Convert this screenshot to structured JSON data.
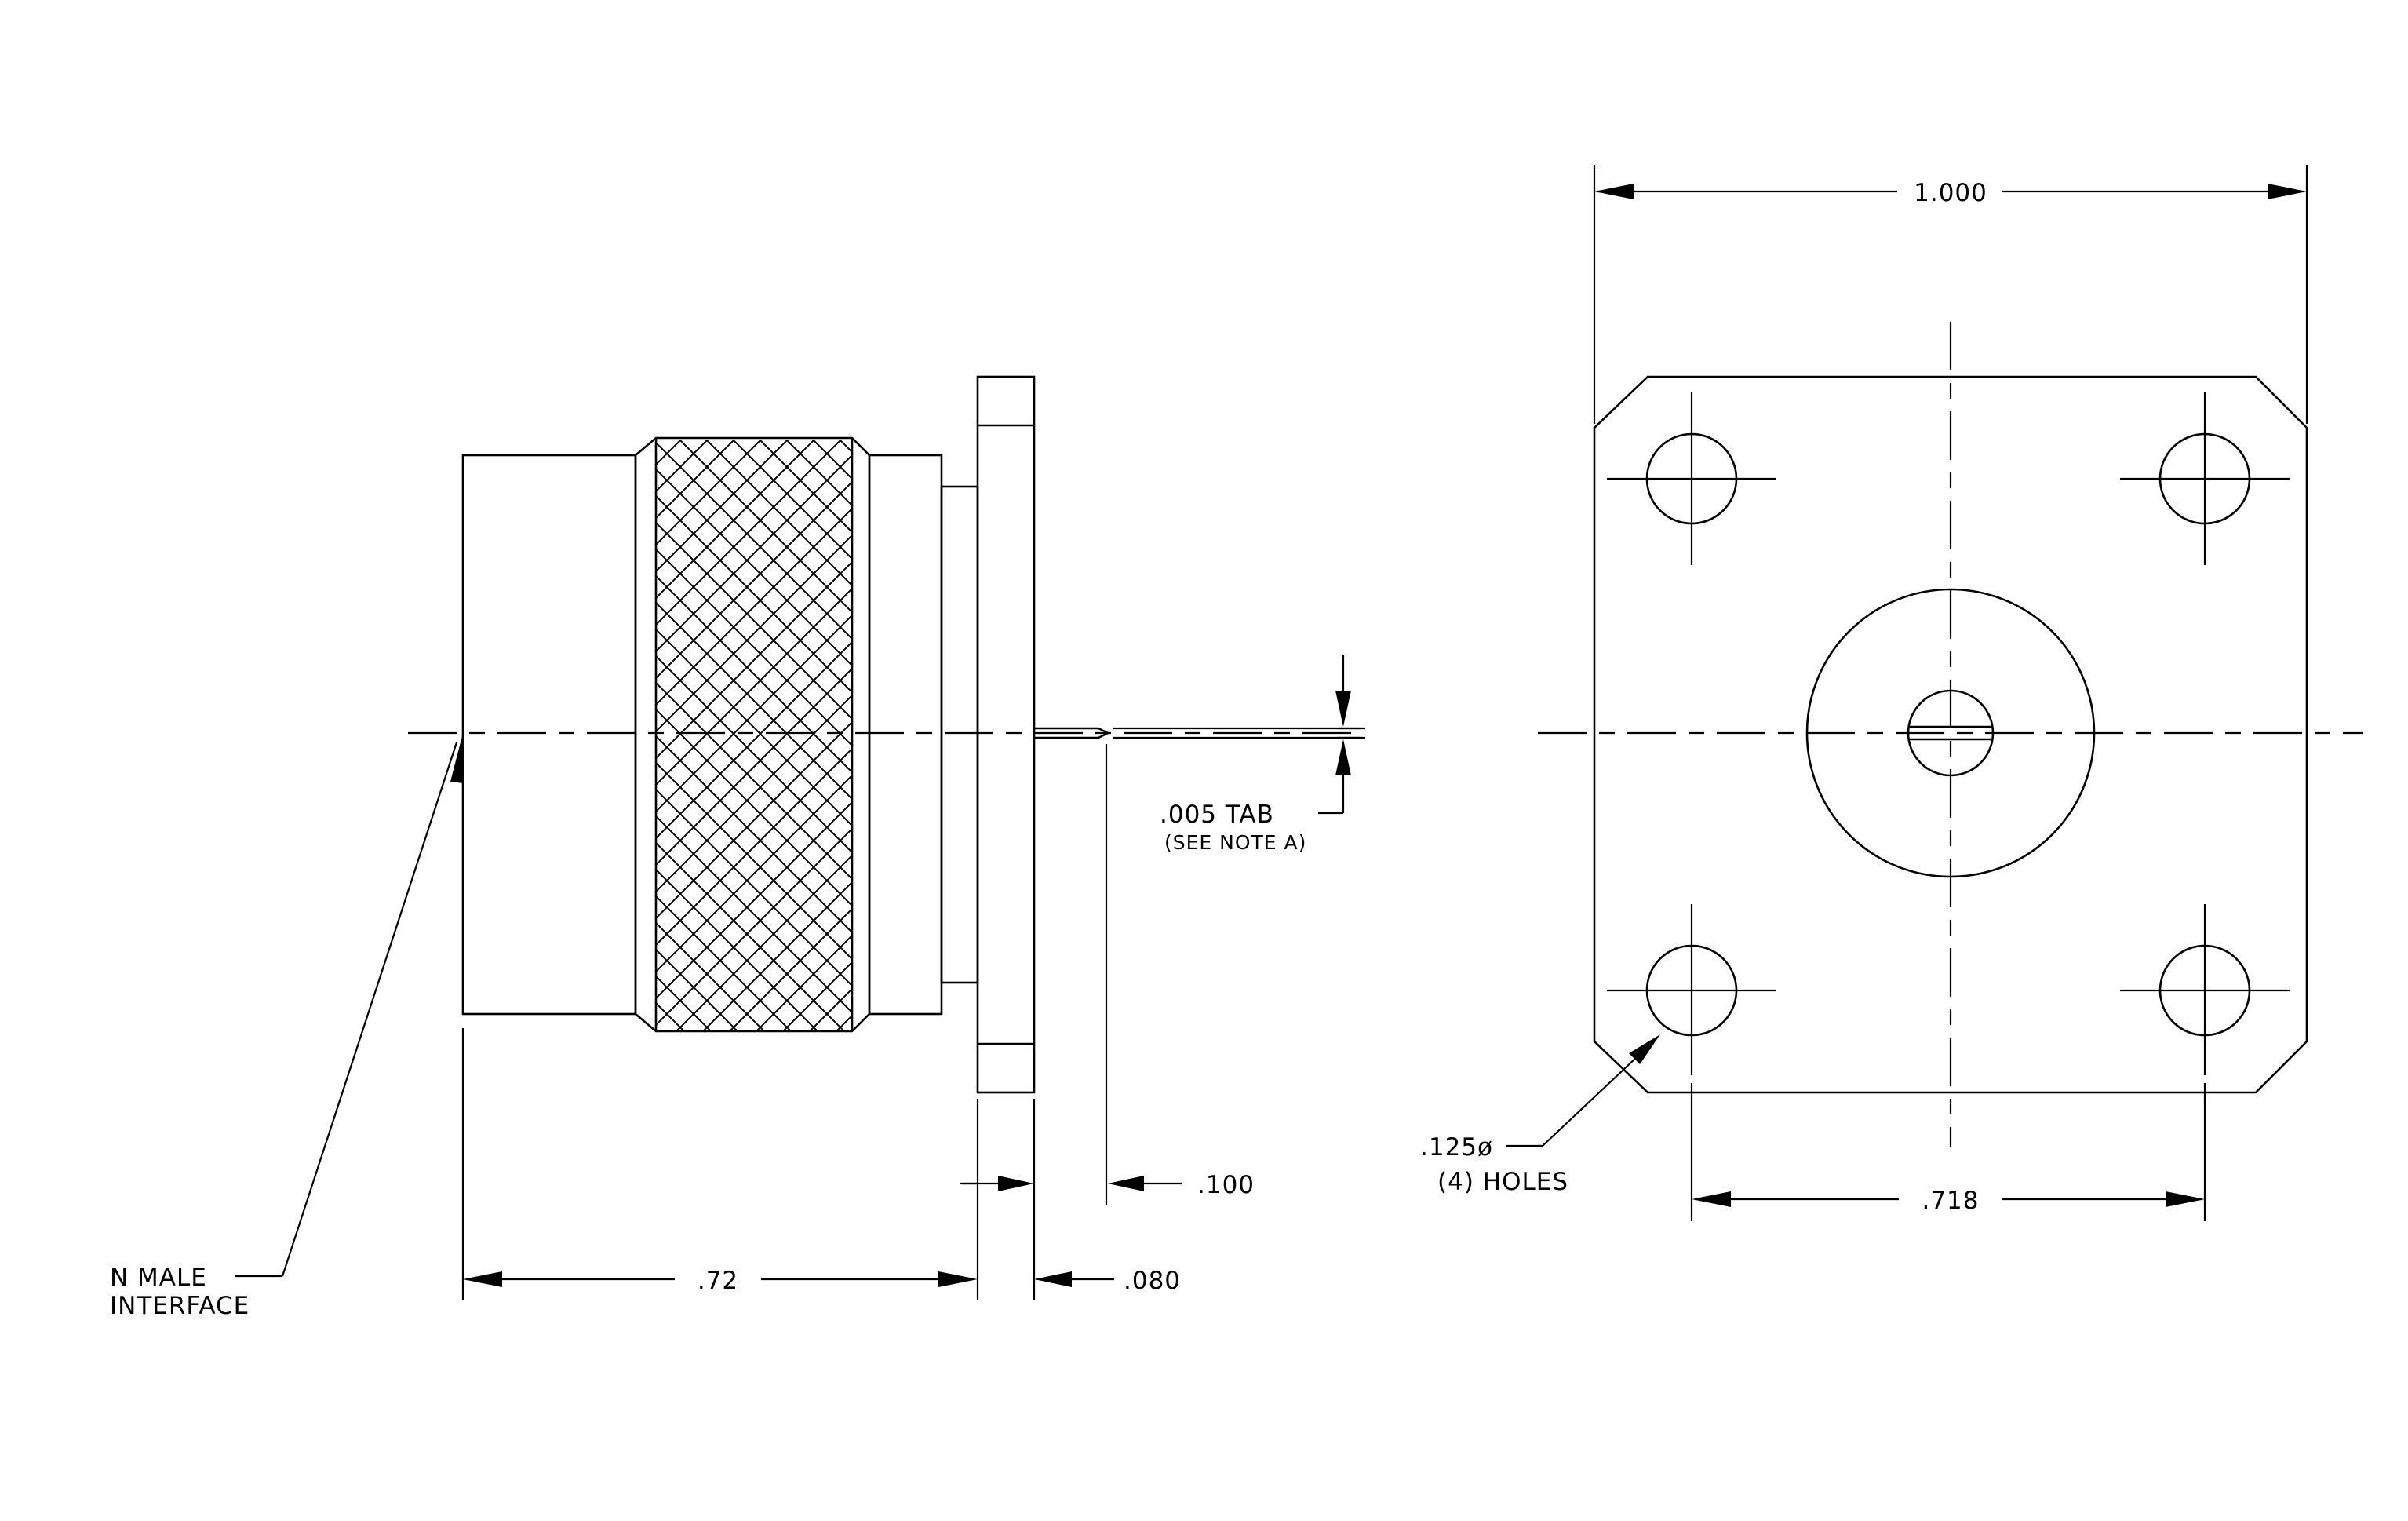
{
  "side_view": {
    "callout_interface": {
      "line1": "N MALE",
      "line2": "INTERFACE"
    },
    "dim_overall_length": ".72",
    "dim_flange_thickness": ".080",
    "dim_tab_length": ".100",
    "callout_tab": {
      "line1": ".005 TAB",
      "line2": "(SEE NOTE A)"
    }
  },
  "front_view": {
    "dim_flange_width": "1.000",
    "dim_hole_spacing": ".718",
    "callout_holes": {
      "line1": ".125ø",
      "line2": "(4) HOLES"
    }
  }
}
